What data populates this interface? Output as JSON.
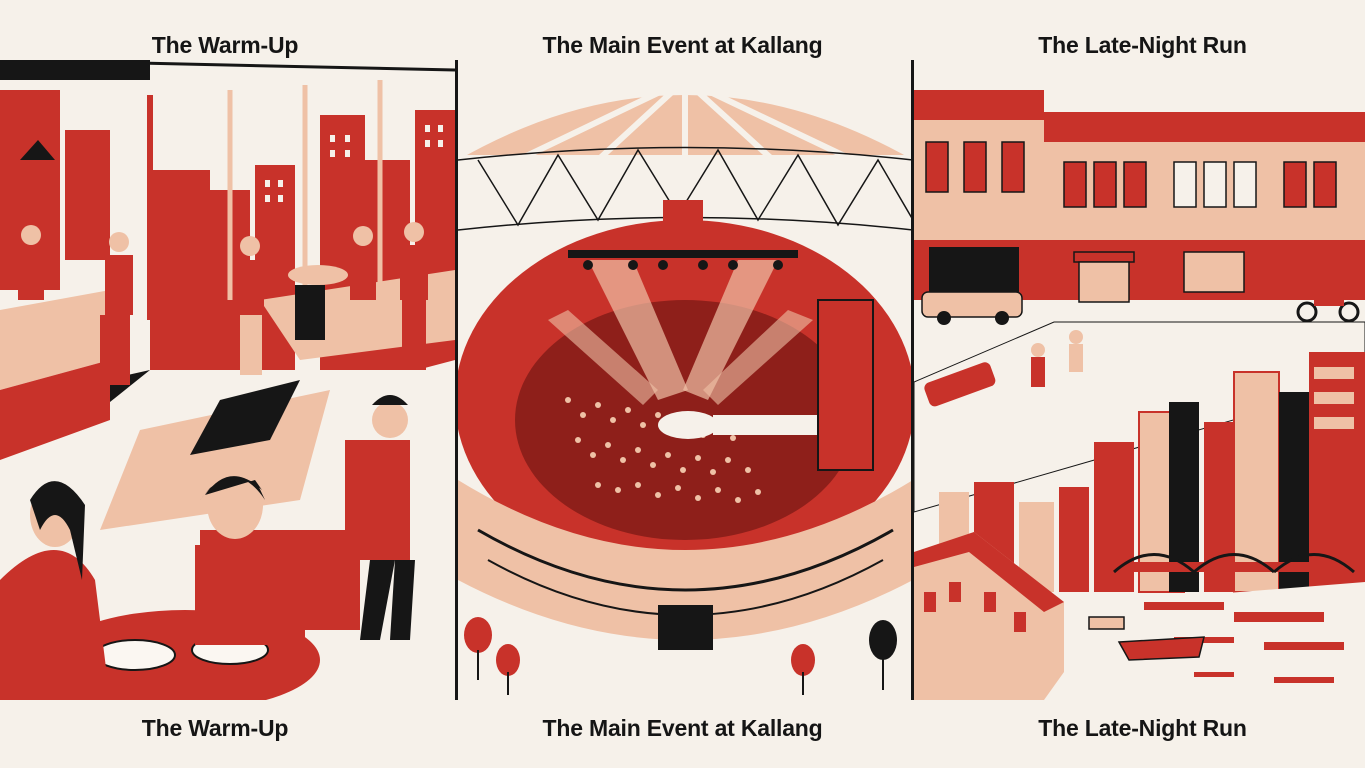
{
  "panels": [
    {
      "top_title": "The Warm-Up",
      "bottom_title": "The Warm-Up"
    },
    {
      "top_title": "The Main Event at Kallang",
      "bottom_title": "The Main Event at Kallang"
    },
    {
      "top_title": "The Late-Night Run",
      "bottom_title": "The Late-Night Run"
    }
  ],
  "colors": {
    "background": "#f6f1ea",
    "red": "#c8322a",
    "dark_red": "#8e1f1a",
    "peach": "#efc1a6",
    "black": "#161616",
    "white": "#fbf7f2"
  }
}
